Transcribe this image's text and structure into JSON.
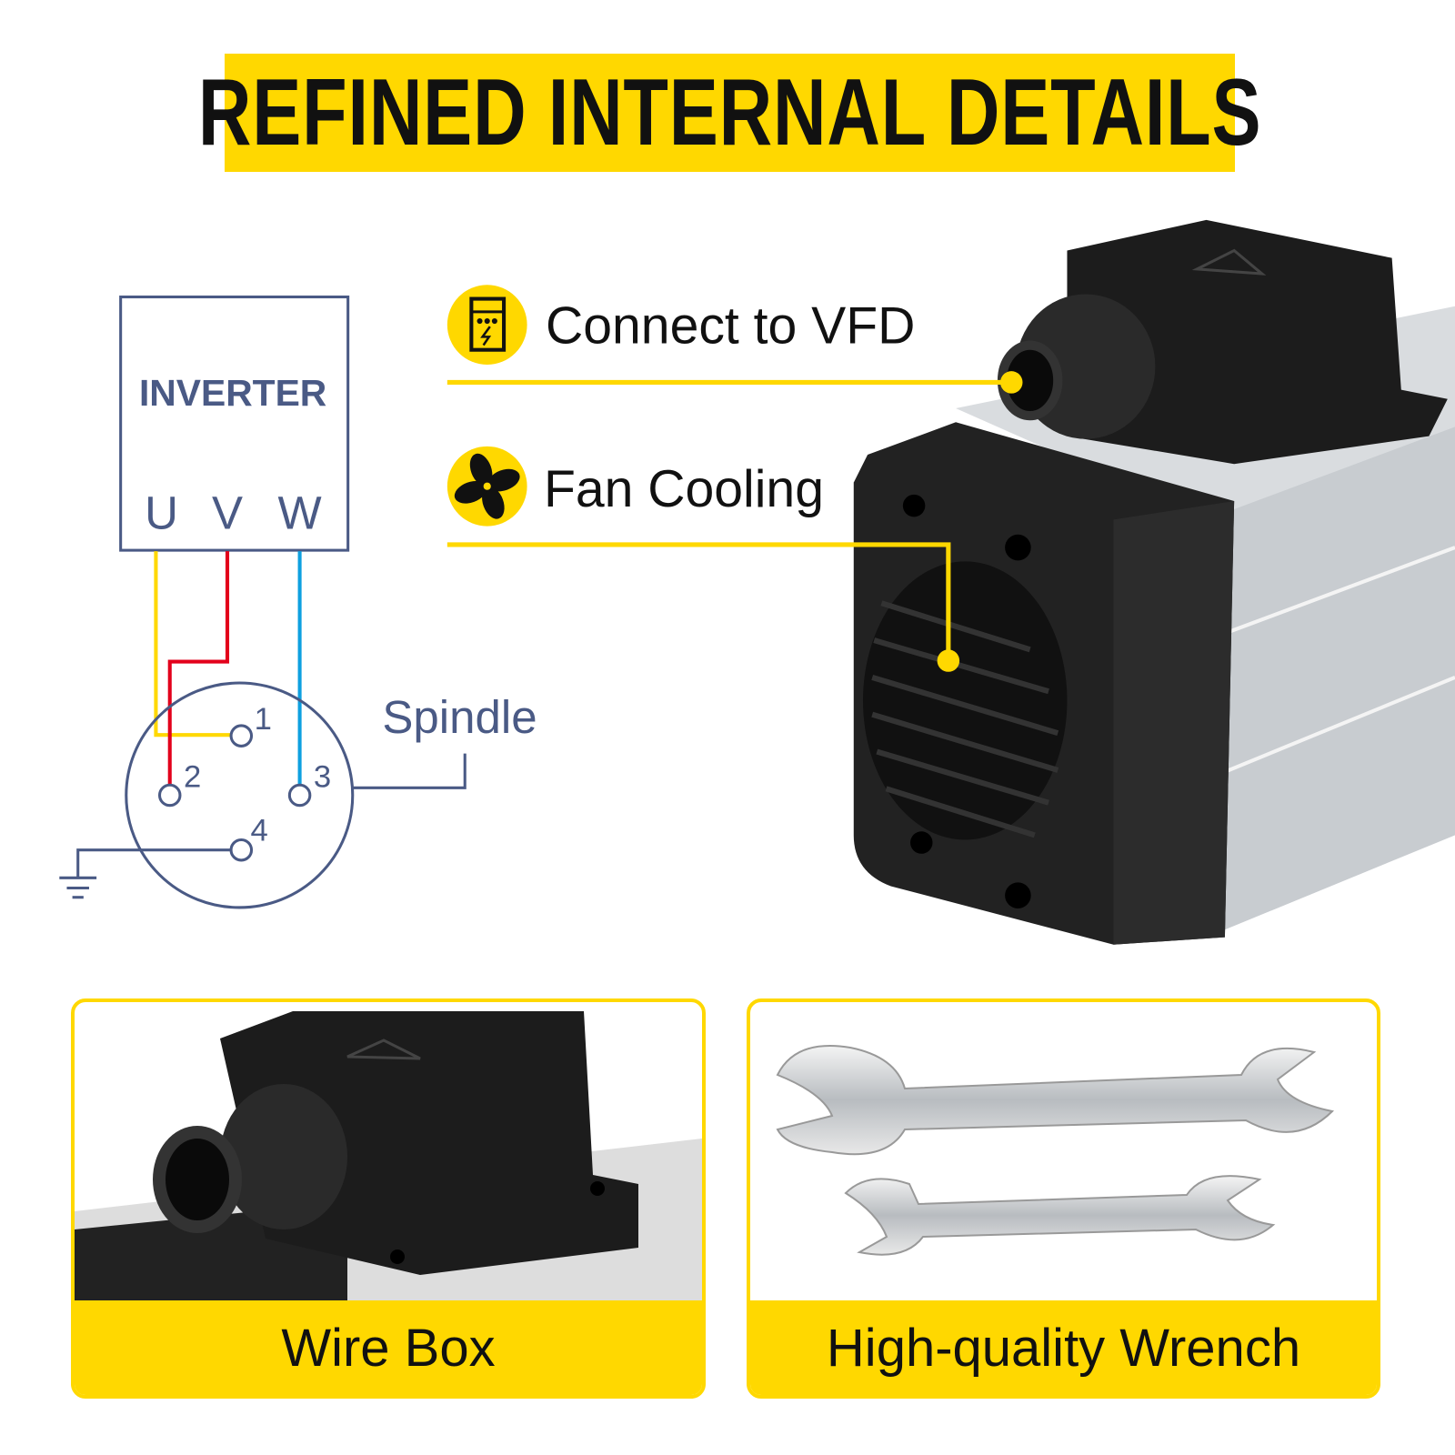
{
  "title": "REFINED INTERNAL DETAILS",
  "diagram": {
    "inverter_label": "INVERTER",
    "terminals": [
      "U",
      "V",
      "W"
    ],
    "pins": [
      "1",
      "2",
      "3",
      "4"
    ],
    "spindle_label": "Spindle",
    "wire_colors": {
      "U": "#ffd800",
      "V": "#e3001b",
      "W": "#0ea0e0"
    },
    "line_color": "#4a5a85"
  },
  "callouts": [
    {
      "label": "Connect to VFD",
      "icon": "vfd-device-icon"
    },
    {
      "label": "Fan Cooling",
      "icon": "fan-icon"
    }
  ],
  "panels": [
    {
      "caption": "Wire Box"
    },
    {
      "caption": "High-quality Wrench"
    }
  ],
  "colors": {
    "accent": "#ffd800",
    "text": "#111111"
  }
}
